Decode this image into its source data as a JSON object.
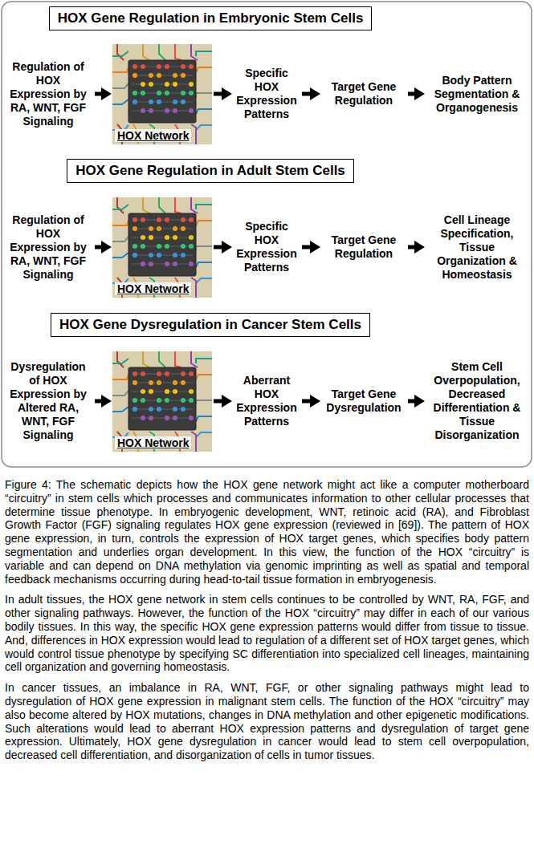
{
  "diagram": {
    "caption": "Figure 4: The schematic depicts how the HOX gene network might act like a computer motherboard “circuitry” in stem cells which processes and communicates information to other cellular processes that determine tissue phenotype. In embryogenic development, WNT, retinoic acid (RA), and Fibroblast Growth Factor (FGF) signaling regulates HOX gene expression (reviewed in [69]). The pattern of HOX gene expression, in turn, controls the expression of HOX target genes, which specifies body pattern segmentation and underlies organ development. In this view, the function of the HOX “circuitry” is variable and can depend on DNA methylation via genomic imprinting as well as spatial and temporal feedback mechanisms occurring during head-to-tail tissue formation in embryogenesis.",
    "nodes": [
      {
        "text": [
          "HOX Gene Regulation in Embryonic Stem Cells"
        ]
      },
      {
        "text": [
          "Regulation of HOX Expression by RA, WNT, FGF Signaling"
        ]
      },
      {
        "text": [
          "HOX Network"
        ]
      },
      {
        "text": [
          "Specific HOX Expression Patterns"
        ]
      },
      {
        "text": [
          "Target Gene Regulation"
        ]
      },
      {
        "text": [
          "Body Pattern Segmentation & Organogenesis"
        ]
      },
      {
        "text": [
          "HOX Gene Regulation in Adult Stem Cells"
        ]
      },
      {
        "text": [
          "Regulation of HOX Expression by RA, WNT, FGF Signaling"
        ]
      },
      {
        "text": [
          "HOX Network"
        ]
      },
      {
        "text": [
          "Specific HOX Expression Patterns"
        ]
      },
      {
        "text": [
          "Target Gene Regulation"
        ]
      },
      {
        "text": [
          "Cell Lineage Specification, Tissue Organization & Homeostasis"
        ]
      },
      {
        "text": [
          "HOX Gene Dysregulation in Cancer Stem Cells"
        ]
      },
      {
        "text": [
          "Dysregulation of HOX Expression by Altered RA, WNT, FGF Signaling"
        ]
      },
      {
        "text": [
          "HOX Network"
        ]
      },
      {
        "text": [
          "Aberrant HOX Expression Patterns"
        ]
      },
      {
        "text": [
          "Target Gene Dysregulation"
        ]
      },
      {
        "text": [
          "Stem Cell Overpopulation, Decreased Differentiation & Tissue Disorganization"
        ]
      }
    ],
    "edges": [
      {
        "from": 1,
        "to": 2,
        "arrow": "to"
      },
      {
        "from": 2,
        "to": 3,
        "arrow": "to"
      },
      {
        "from": 3,
        "to": 4,
        "arrow": "to"
      },
      {
        "from": 4,
        "to": 5,
        "arrow": "to"
      },
      {
        "from": 7,
        "to": 8,
        "arrow": "to"
      },
      {
        "from": 8,
        "to": 9,
        "arrow": "to"
      },
      {
        "from": 9,
        "to": 10,
        "arrow": "to"
      },
      {
        "from": 10,
        "to": 11,
        "arrow": "to"
      },
      {
        "from": 13,
        "to": 14,
        "arrow": "to"
      },
      {
        "from": 14,
        "to": 15,
        "arrow": "to"
      },
      {
        "from": 15,
        "to": 16,
        "arrow": "to"
      },
      {
        "from": 16,
        "to": 17,
        "arrow": "to"
      }
    ],
    "labels": [
      "In adult tissues, the HOX gene network in stem cells continues to be controlled by WNT, RA, FGF, and other signaling pathways. However, the function of the HOX “circuitry” may differ in each of our various bodily tissues. In this way, the specific HOX gene expression patterns would differ from tissue to tissue. And, differences in HOX expression would lead to regulation of a different set of HOX target genes, which would control tissue phenotype by specifying SC differentiation into specialized cell lineages, maintaining cell organization and governing homeostasis.",
      "In cancer tissues, an imbalance in RA, WNT, FGF, or other signaling pathways might lead to dysregulation of HOX gene expression in malignant stem cells. The function of the HOX “circuitry” may also become altered by HOX mutations, changes in DNA methylation and other epigenetic modifications. Such alterations would lead to aberrant HOX expression patterns and dysregulation of target gene expression. Ultimately, HOX gene dysregulation in cancer would lead to stem cell overpopulation, decreased cell differentiation, and disorganization of cells in tumor tissues."
    ]
  }
}
